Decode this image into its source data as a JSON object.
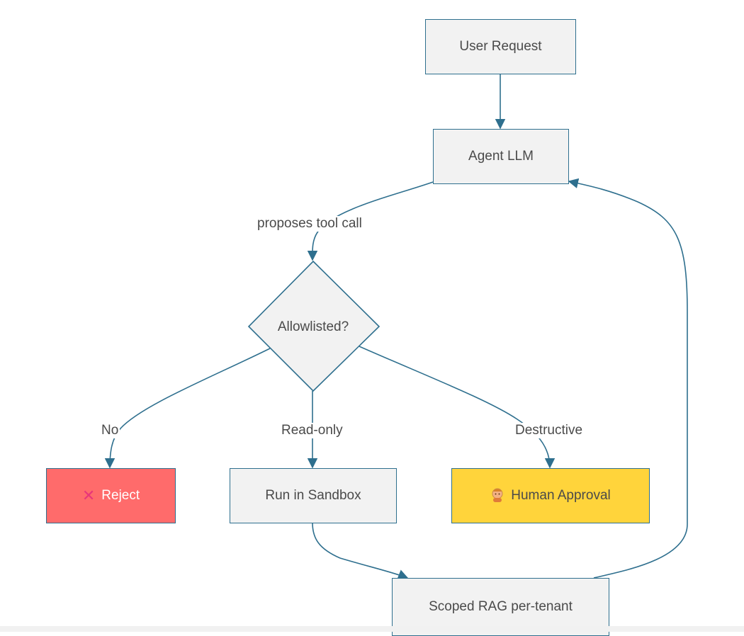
{
  "nodes": {
    "user_request": {
      "label": "User Request"
    },
    "agent_llm": {
      "label": "Agent LLM"
    },
    "allowlisted": {
      "label": "Allowlisted?"
    },
    "reject": {
      "label": "Reject",
      "icon": "cross-mark-icon",
      "fill": "#ff6b6b"
    },
    "run_in_sandbox": {
      "label": "Run in Sandbox"
    },
    "human_approval": {
      "label": "Human Approval",
      "icon": "person-icon",
      "fill": "#ffd43b"
    },
    "scoped_rag": {
      "label": "Scoped RAG per-tenant"
    }
  },
  "edges": {
    "proposes": {
      "label": "proposes tool call"
    },
    "no": {
      "label": "No"
    },
    "read_only": {
      "label": "Read-only"
    },
    "destructive": {
      "label": "Destructive"
    }
  },
  "colors": {
    "stroke": "#2e6f8e",
    "node_fill": "#f2f2f2",
    "text": "#4a4a4a"
  }
}
